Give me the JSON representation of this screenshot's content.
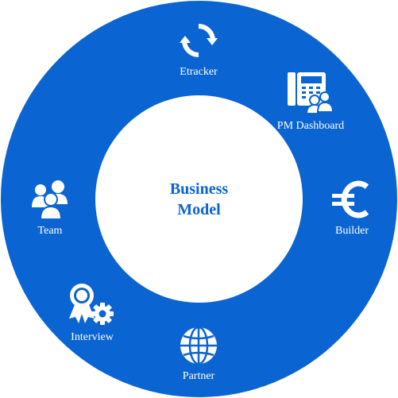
{
  "diagram": {
    "center_title_line1": "Business",
    "center_title_line2": "Model",
    "colors": {
      "ring": "#0A64D2",
      "center_text": "#0A64D2",
      "hole": "#FFFFFF",
      "icon": "#FFFFFF"
    },
    "segments": [
      {
        "label": "Etracker",
        "icon": "refresh-cycle-icon"
      },
      {
        "label": "PM Dashboard",
        "icon": "office-phone-team-icon"
      },
      {
        "label": "Builder",
        "icon": "euro-icon"
      },
      {
        "label": "Partner",
        "icon": "globe-icon"
      },
      {
        "label": "Interview",
        "icon": "award-gear-icon"
      },
      {
        "label": "Team",
        "icon": "team-icon"
      }
    ]
  }
}
